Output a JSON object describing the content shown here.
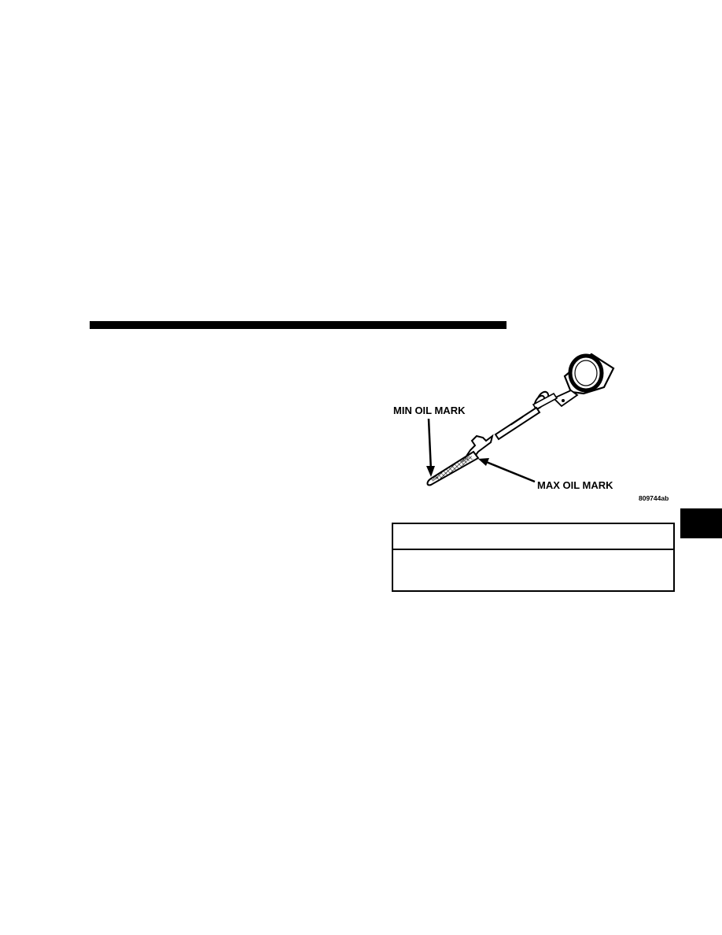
{
  "figure": {
    "min_label": "MIN OIL MARK",
    "max_label": "MAX OIL MARK",
    "code": "809744ab",
    "stick_min_text": "MIN",
    "stick_max_text": "MAX"
  },
  "colors": {
    "ink": "#000000",
    "paper": "#ffffff"
  }
}
